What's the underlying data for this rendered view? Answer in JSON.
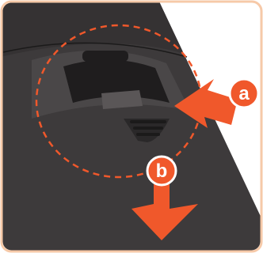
{
  "figure": {
    "callouts": [
      {
        "id": "a",
        "label": "a",
        "arrow_direction": "left"
      },
      {
        "id": "b",
        "label": "b",
        "arrow_direction": "down"
      }
    ]
  },
  "colors": {
    "frame_border": "#f6c9a8",
    "frame_background": "#ffffff",
    "device_body": "#3d3a3b",
    "device_body_light": "#4a4748",
    "device_recess": "#1f1d1e",
    "latch_slot": "#2a2829",
    "accent_orange": "#f0582b",
    "callout_text": "#ffffff"
  },
  "icons": {
    "arrow_a": "arrow-left-icon",
    "arrow_b": "arrow-down-icon",
    "highlight": "dashed-circle-highlight"
  }
}
